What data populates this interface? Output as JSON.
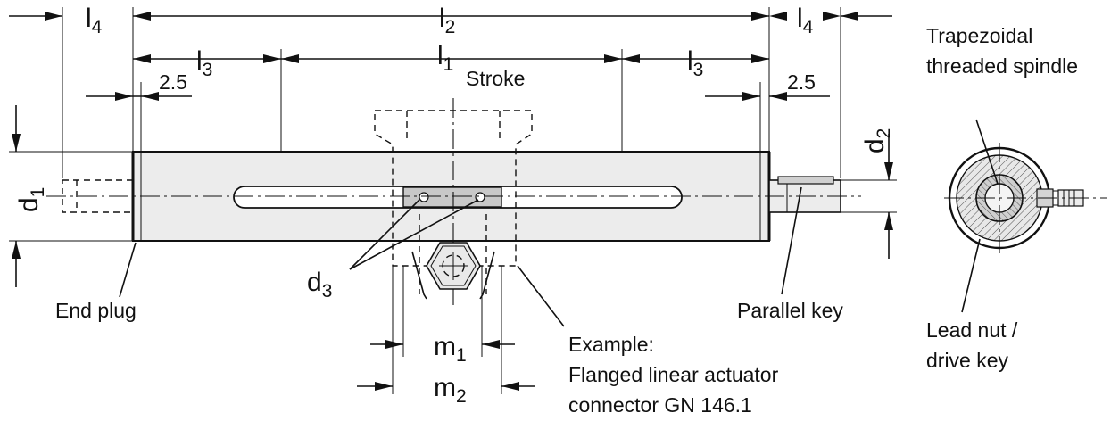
{
  "dimensions": {
    "l4_left": {
      "main": "l",
      "sub": "4"
    },
    "l2": {
      "main": "l",
      "sub": "2"
    },
    "l4_right": {
      "main": "l",
      "sub": "4"
    },
    "l3_left": {
      "main": "l",
      "sub": "3"
    },
    "l1": {
      "main": "l",
      "sub": "1"
    },
    "l3_right": {
      "main": "l",
      "sub": "3"
    },
    "offset_left": "2.5",
    "offset_right": "2.5",
    "d1": {
      "main": "d",
      "sub": "1"
    },
    "d2": {
      "main": "d",
      "sub": "2"
    },
    "d3": {
      "main": "d",
      "sub": "3"
    },
    "m1": {
      "main": "m",
      "sub": "1"
    },
    "m2": {
      "main": "m",
      "sub": "2"
    }
  },
  "labels": {
    "stroke": "Stroke",
    "end_plug": "End plug",
    "parallel_key": "Parallel key",
    "example_line1": "Example:",
    "example_line2": "Flanged linear actuator",
    "example_line3": "connector GN 146.1",
    "spindle_line1": "Trapezoidal",
    "spindle_line2": "threaded spindle",
    "nut_line1": "Lead nut /",
    "nut_line2": "drive key"
  },
  "colors": {
    "line": "#111111",
    "body_fill": "#ececec",
    "slot_fill": "#ffffff",
    "nut_fill": "#c8c8c8",
    "ring_fill": "#d9d9d9"
  }
}
